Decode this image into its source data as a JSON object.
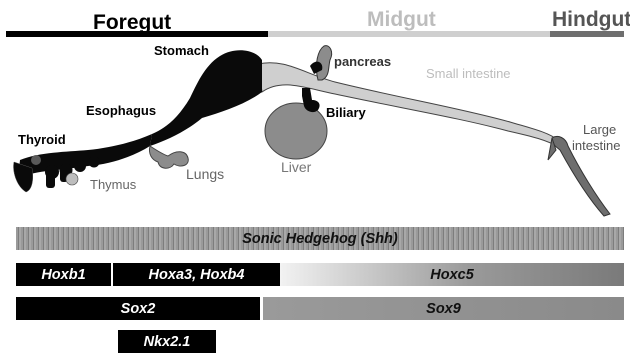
{
  "regions": {
    "foregut": "Foregut",
    "midgut": "Midgut",
    "hindgut": "Hindgut"
  },
  "colors": {
    "foregut": "#000000",
    "midgut": "#c8c8c8",
    "hindgut": "#6e6e6e",
    "organ_dark": "#0a0a0a",
    "organ_mid": "#8c8c8c",
    "organ_light": "#cfcfcf"
  },
  "organs": {
    "stomach": "Stomach",
    "esophagus": "Esophagus",
    "thyroid": "Thyroid",
    "thymus": "Thymus",
    "lungs": "Lungs",
    "liver": "Liver",
    "biliary": "Biliary",
    "pancreas": "pancreas",
    "small_intestine": "Small intestine",
    "large_intestine_1": "Large",
    "large_intestine_2": "intestine"
  },
  "genes": {
    "shh": "Sonic Hedgehog (Shh)",
    "hoxb1": "Hoxb1",
    "hoxa3_hoxb4": "Hoxa3, Hoxb4",
    "hoxc5": "Hoxc5",
    "sox2": "Sox2",
    "sox9": "Sox9",
    "nkx21": "Nkx2.1"
  }
}
